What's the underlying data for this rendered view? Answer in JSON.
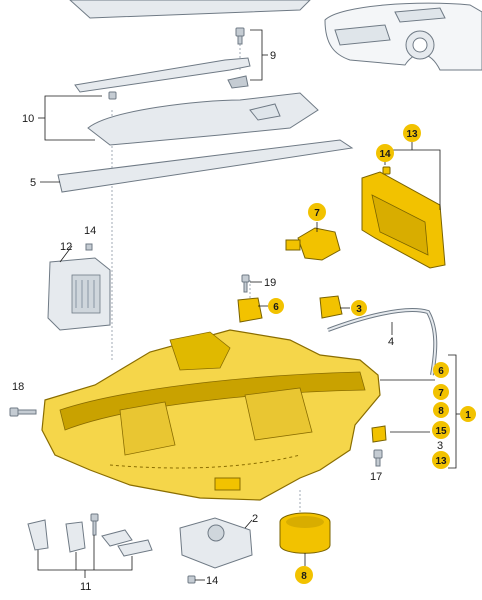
{
  "callouts": {
    "c9": "9",
    "c10": "10",
    "c5": "5",
    "c13": "13",
    "c14a": "14",
    "c7a": "7",
    "c14b": "14",
    "c12": "12",
    "c19": "19",
    "c6a": "6",
    "c3a": "3",
    "c4": "4",
    "c18": "18",
    "c6b": "6",
    "c7b": "7",
    "c8a": "8",
    "c1": "1",
    "c15": "15",
    "c3b": "3",
    "c13b": "13",
    "c17": "17",
    "c2": "2",
    "c11": "11",
    "c14c": "14",
    "c8b": "8"
  },
  "colors": {
    "highlight": "#f2c200",
    "part_fill": "#e6eaee",
    "part_stroke": "#6f7a85",
    "headlamp_fill": "#f5d64a",
    "headlamp_dark": "#c9a200",
    "line": "#1a1a1a"
  }
}
